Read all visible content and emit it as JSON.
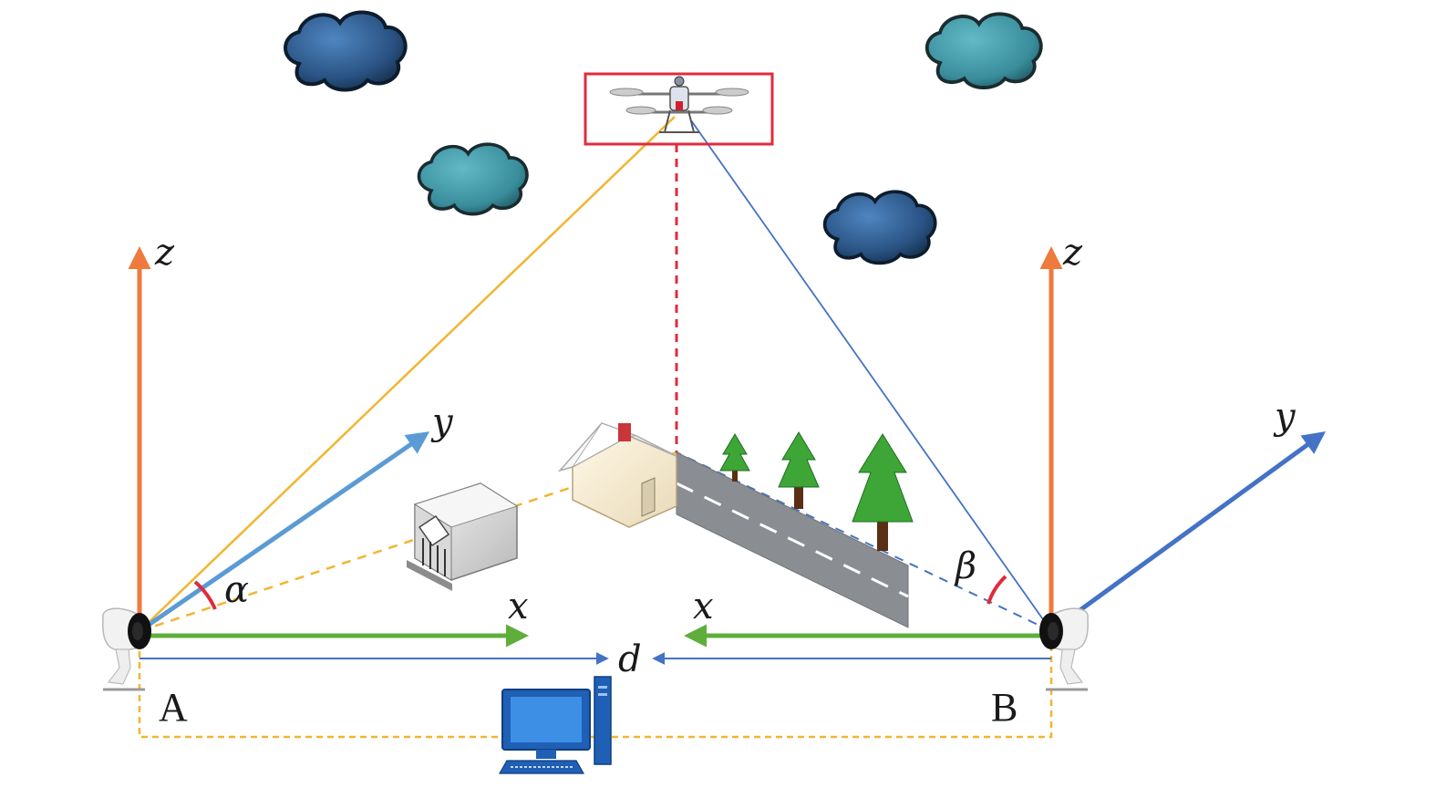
{
  "labels": {
    "point_a": "A",
    "point_b": "B",
    "distance": "d",
    "angle_alpha": "α",
    "angle_beta": "β",
    "axis_a_z": "z",
    "axis_a_y": "y",
    "axis_a_x": "x",
    "axis_b_z": "z",
    "axis_b_y": "y",
    "axis_b_x": "x"
  },
  "colors": {
    "z_axis": "#ef7a3d",
    "y_axis_a": "#5b9bd5",
    "y_axis_b": "#4472c4",
    "x_axis": "#5fae3b",
    "sight_line_a": "#f2b530",
    "sight_line_b": "#4472c4",
    "distance_line": "#4472c4",
    "drone_box": "#e02b3c",
    "drone_drop_line": "#e02b3c",
    "angle_arc": "#e02b3c",
    "link_line": "#f2b530",
    "storm_cloud": "#2f5c8f",
    "teal_cloud": "#3e9aa8",
    "computer": "#1f5fb5"
  },
  "icons": [
    "storm-cloud-icon",
    "teal-cloud-icon",
    "drone-icon",
    "camera-icon",
    "house-icon",
    "bank-building-icon",
    "road-icon",
    "pine-tree-icon",
    "computer-icon"
  ]
}
